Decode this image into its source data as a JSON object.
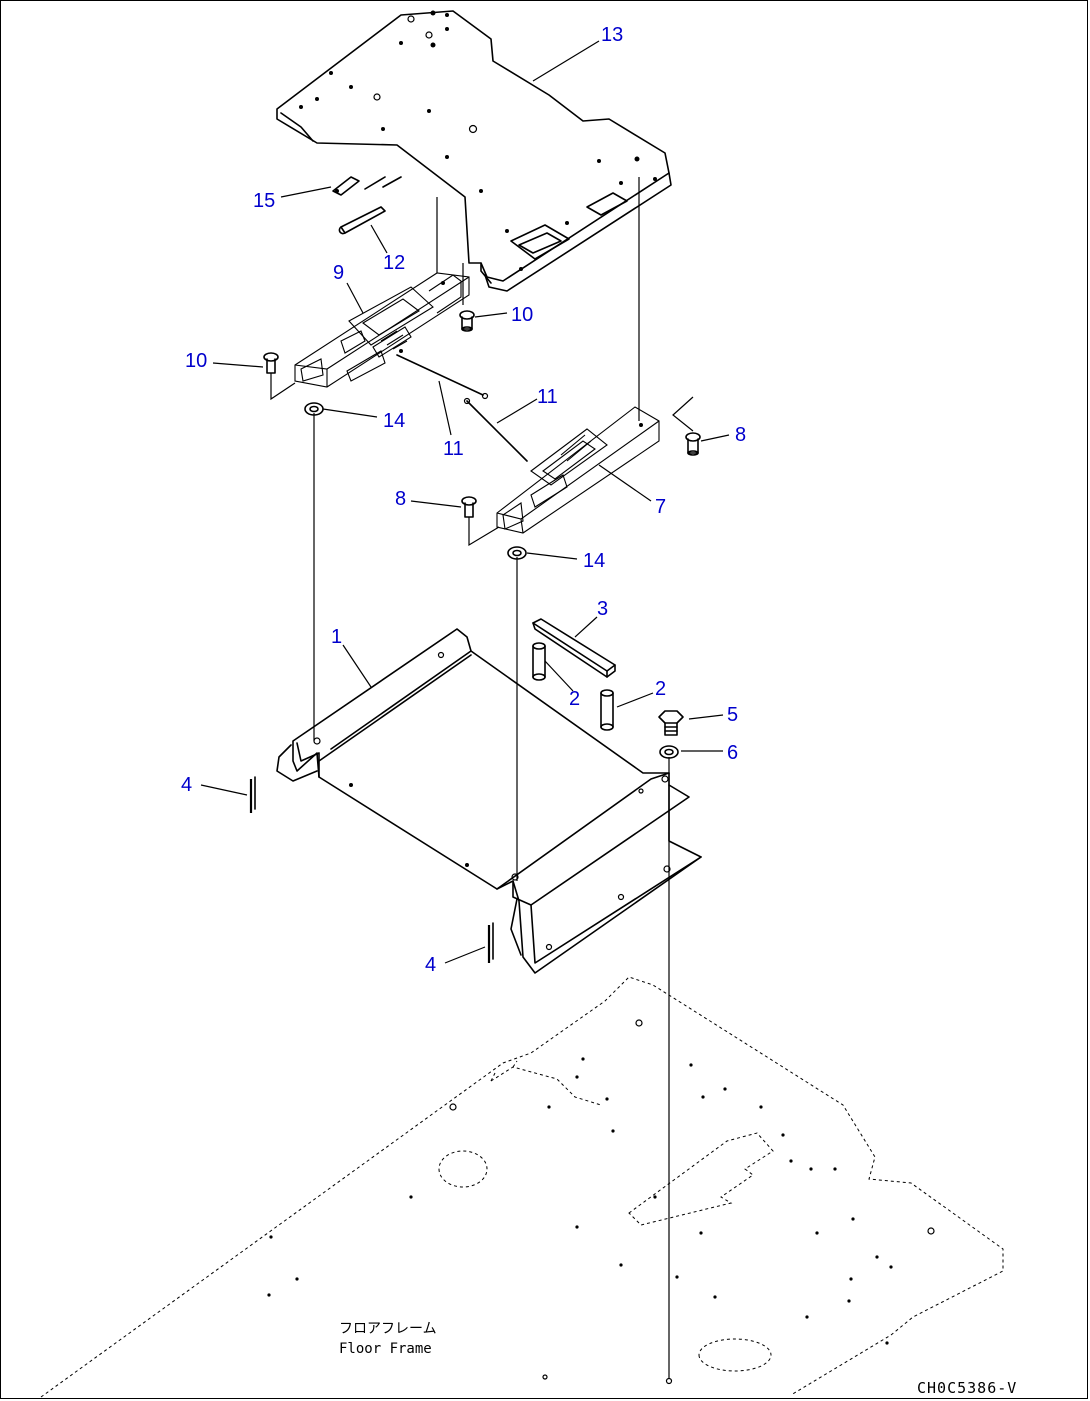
{
  "diagram": {
    "callout_color": "#0000cc",
    "line_color": "#000000",
    "callouts": [
      {
        "id": "c13",
        "label": "13"
      },
      {
        "id": "c15",
        "label": "15"
      },
      {
        "id": "c12",
        "label": "12"
      },
      {
        "id": "c9",
        "label": "9"
      },
      {
        "id": "c10a",
        "label": "10"
      },
      {
        "id": "c10b",
        "label": "10"
      },
      {
        "id": "c14a",
        "label": "14"
      },
      {
        "id": "c11a",
        "label": "11"
      },
      {
        "id": "c11b",
        "label": "11"
      },
      {
        "id": "c8a",
        "label": "8"
      },
      {
        "id": "c7",
        "label": "7"
      },
      {
        "id": "c8b",
        "label": "8"
      },
      {
        "id": "c14b",
        "label": "14"
      },
      {
        "id": "c3",
        "label": "3"
      },
      {
        "id": "c1",
        "label": "1"
      },
      {
        "id": "c2a",
        "label": "2"
      },
      {
        "id": "c2b",
        "label": "2"
      },
      {
        "id": "c5",
        "label": "5"
      },
      {
        "id": "c6",
        "label": "6"
      },
      {
        "id": "c4a",
        "label": "4"
      },
      {
        "id": "c4b",
        "label": "4"
      }
    ],
    "floor_frame_label_jp": "フロアフレーム",
    "floor_frame_label_en": "Floor Frame",
    "drawing_code": "CH0C5386-V"
  }
}
